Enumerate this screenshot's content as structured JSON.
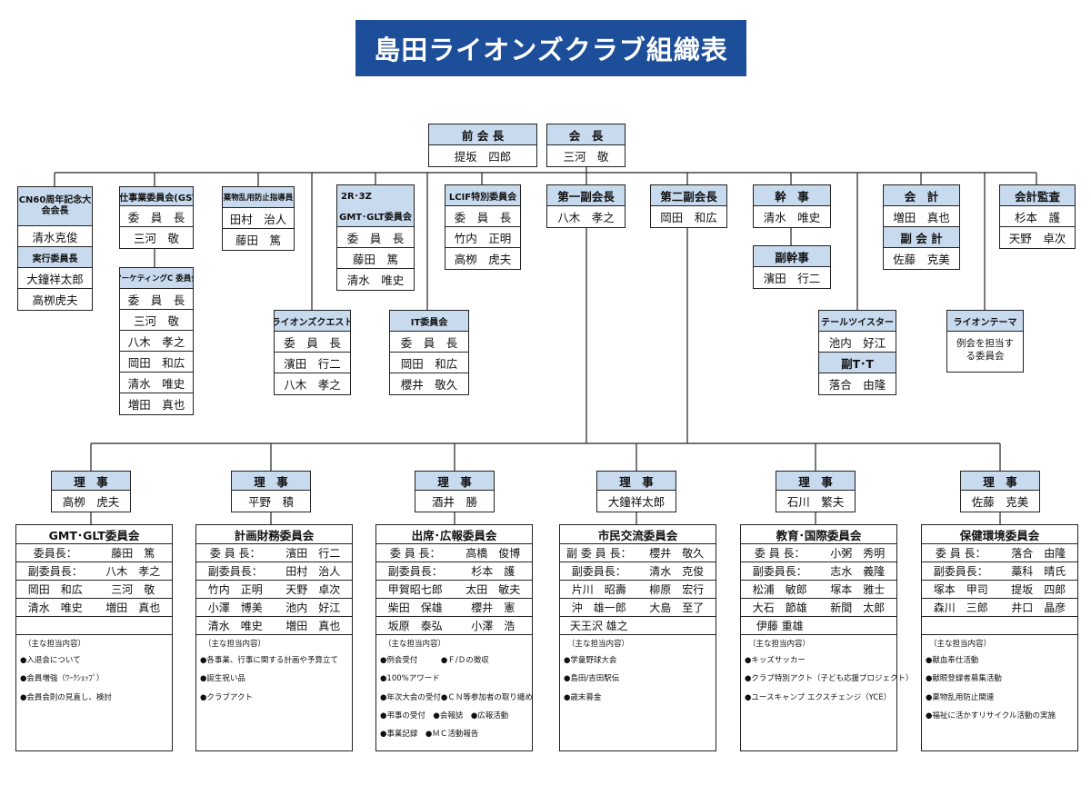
{
  "title": "島田ライオンズクラブ組織表",
  "top": {
    "past_president": {
      "role": "前 会 長",
      "name": "提坂　四郎"
    },
    "president": {
      "role": "会　長",
      "name": "三河　敬"
    }
  },
  "cn60": {
    "role": "CN60周年記念大会会長",
    "name": "清水克俊",
    "sub_role": "実行委員長",
    "members": [
      "大鐘祥太郎",
      "高栁虎夫"
    ]
  },
  "gst": {
    "role": "奉仕事業委員会(GST)",
    "title": "委　員　長",
    "name": "三河　敬"
  },
  "marketing": {
    "role": "マーケティングC 委員会",
    "title": "委　員　長",
    "members": [
      "三河　敬",
      "八木　孝之",
      "岡田　和広",
      "清水　唯史",
      "増田　真也"
    ]
  },
  "drug": {
    "role": "薬物乱用防止指導員",
    "members": [
      "田村　治人",
      "藤田　篤"
    ]
  },
  "gmt": {
    "role1": "2R･3Z",
    "role2": "GMT･GLT委員会",
    "title": "委　員　長",
    "members": [
      "藤田　篤",
      "清水　唯史"
    ]
  },
  "lions_quest": {
    "role": "ライオンズクエスト",
    "title": "委　員　長",
    "members": [
      "濱田　行二",
      "八木　孝之"
    ]
  },
  "lcif": {
    "role": "LCIF特別委員会",
    "title": "委　員　長",
    "members": [
      "竹内　正明",
      "高栁　虎夫"
    ]
  },
  "it": {
    "role": "IT委員会",
    "title": "委　員　長",
    "members": [
      "岡田　和広",
      "櫻井　敬久"
    ]
  },
  "vp1": {
    "role": "第一副会長",
    "name": "八木　孝之"
  },
  "vp2": {
    "role": "第二副会長",
    "name": "岡田　和広"
  },
  "secretary": {
    "role": "幹　事",
    "name": "清水　唯史",
    "sub_role": "副幹事",
    "sub_name": "濱田　行二"
  },
  "tail_twister": {
    "role": "テールツイスター",
    "name": "池内　好江",
    "sub_role": "副T･T",
    "sub_name": "落合　由隆"
  },
  "treasurer": {
    "role": "会　計",
    "name": "増田　真也",
    "sub_role": "副 会 計",
    "sub_name": "佐藤　克美"
  },
  "auditor": {
    "role": "会計監査",
    "members": [
      "杉本　護",
      "天野　卓次"
    ]
  },
  "lion_theme": {
    "role": "ライオンテーマ",
    "note": "例会を担当する委員会"
  },
  "directors": [
    {
      "role": "理　事",
      "name": "高栁　虎夫"
    },
    {
      "role": "理　事",
      "name": "平野　積"
    },
    {
      "role": "理　事",
      "name": "酒井　勝"
    },
    {
      "role": "理　事",
      "name": "大鐘祥太郎"
    },
    {
      "role": "理　事",
      "name": "石川　繁夫"
    },
    {
      "role": "理　事",
      "name": "佐藤　克美"
    }
  ],
  "committees": [
    {
      "title": "GMT･GLT委員会",
      "rows": [
        [
          "委員長：",
          "藤田　篤"
        ],
        [
          "副委員長：",
          "八木　孝之"
        ],
        [
          "岡田　和広",
          "三河　敬"
        ],
        [
          "清水　唯史",
          "増田　真也"
        ],
        [
          "",
          ""
        ]
      ],
      "duties_head": "（主な担当内容）",
      "duties": [
        "●入退会について",
        "●会員増強（ﾜｰｸｼｮｯﾌﾟ）",
        "●会員会則の見直し、検討"
      ]
    },
    {
      "title": "計画財務委員会",
      "rows": [
        [
          "委 員 長：",
          "濱田　行二"
        ],
        [
          "副委員長：",
          "田村　治人"
        ],
        [
          "竹内　正明",
          "天野　卓次"
        ],
        [
          "小澤　博美",
          "池内　好江"
        ],
        [
          "清水　唯史",
          "増田　真也"
        ]
      ],
      "duties_head": "（主な担当内容）",
      "duties": [
        "●各事業、行事に関する計画や予算立て",
        "●誕生祝い品",
        "●クラブアクト"
      ]
    },
    {
      "title": "出席･広報委員会",
      "rows": [
        [
          "委 員 長：",
          "高橋　俊博"
        ],
        [
          "副委員長：",
          "杉本　護"
        ],
        [
          "甲賀昭七郎",
          "太田　敏夫"
        ],
        [
          "柴田　保雄",
          "櫻井　憲"
        ],
        [
          "坂原　泰弘",
          "小澤　浩"
        ]
      ],
      "duties_head": "（主な担当内容）",
      "duties": [
        "●例会受付　　　●Ｆ/Ｄの徴収",
        "●100%アワード",
        "●年次大会の受付●ＣＮ等参加者の取り纏め",
        "●弔事の受付　●会報誌　●広報活動",
        "●事業記録　●ＭＣ活動報告"
      ]
    },
    {
      "title": "市民交流委員会",
      "rows": [
        [
          "副 委 員 長：",
          "櫻井　敬久"
        ],
        [
          "副委員長：",
          "清水　克俊"
        ],
        [
          "片川　昭壽",
          "柳原　宏行"
        ],
        [
          "沖　雄一郎",
          "大島　至了"
        ],
        [
          "天王沢 雄之",
          ""
        ]
      ],
      "duties_head": "（主な担当内容）",
      "duties": [
        "●学童野球大会",
        "●島田/吉田駅伝",
        "●歳末募金"
      ]
    },
    {
      "title": "教育･国際委員会",
      "rows": [
        [
          "委 員 長：",
          "小粥　秀明"
        ],
        [
          "副委員長：",
          "志水　義隆"
        ],
        [
          "松浦　敏郎",
          "塚本　雅士"
        ],
        [
          "大石　節雄",
          "新間　太郎"
        ],
        [
          "伊藤 重雄",
          ""
        ]
      ],
      "duties_head": "（主な担当内容）",
      "duties": [
        "●キッズサッカー",
        "●クラブ特別アクト（子ども応援プロジェクト）",
        "●ユースキャンプ エクスチェンジ（YCE）"
      ]
    },
    {
      "title": "保健環境委員会",
      "rows": [
        [
          "委 員 長：",
          "落合　由隆"
        ],
        [
          "副委員長：",
          "藁科　晴氏"
        ],
        [
          "塚本　甲司",
          "提坂　四郎"
        ],
        [
          "森川　三郎",
          "井口　晶彦"
        ],
        [
          "",
          ""
        ]
      ],
      "duties_head": "（主な担当内容）",
      "duties": [
        "●献血奉仕活動",
        "●献眼登録者募集活動",
        "●薬物乱用防止関連",
        "●福祉に活かすリサイクル活動の実施"
      ]
    }
  ]
}
